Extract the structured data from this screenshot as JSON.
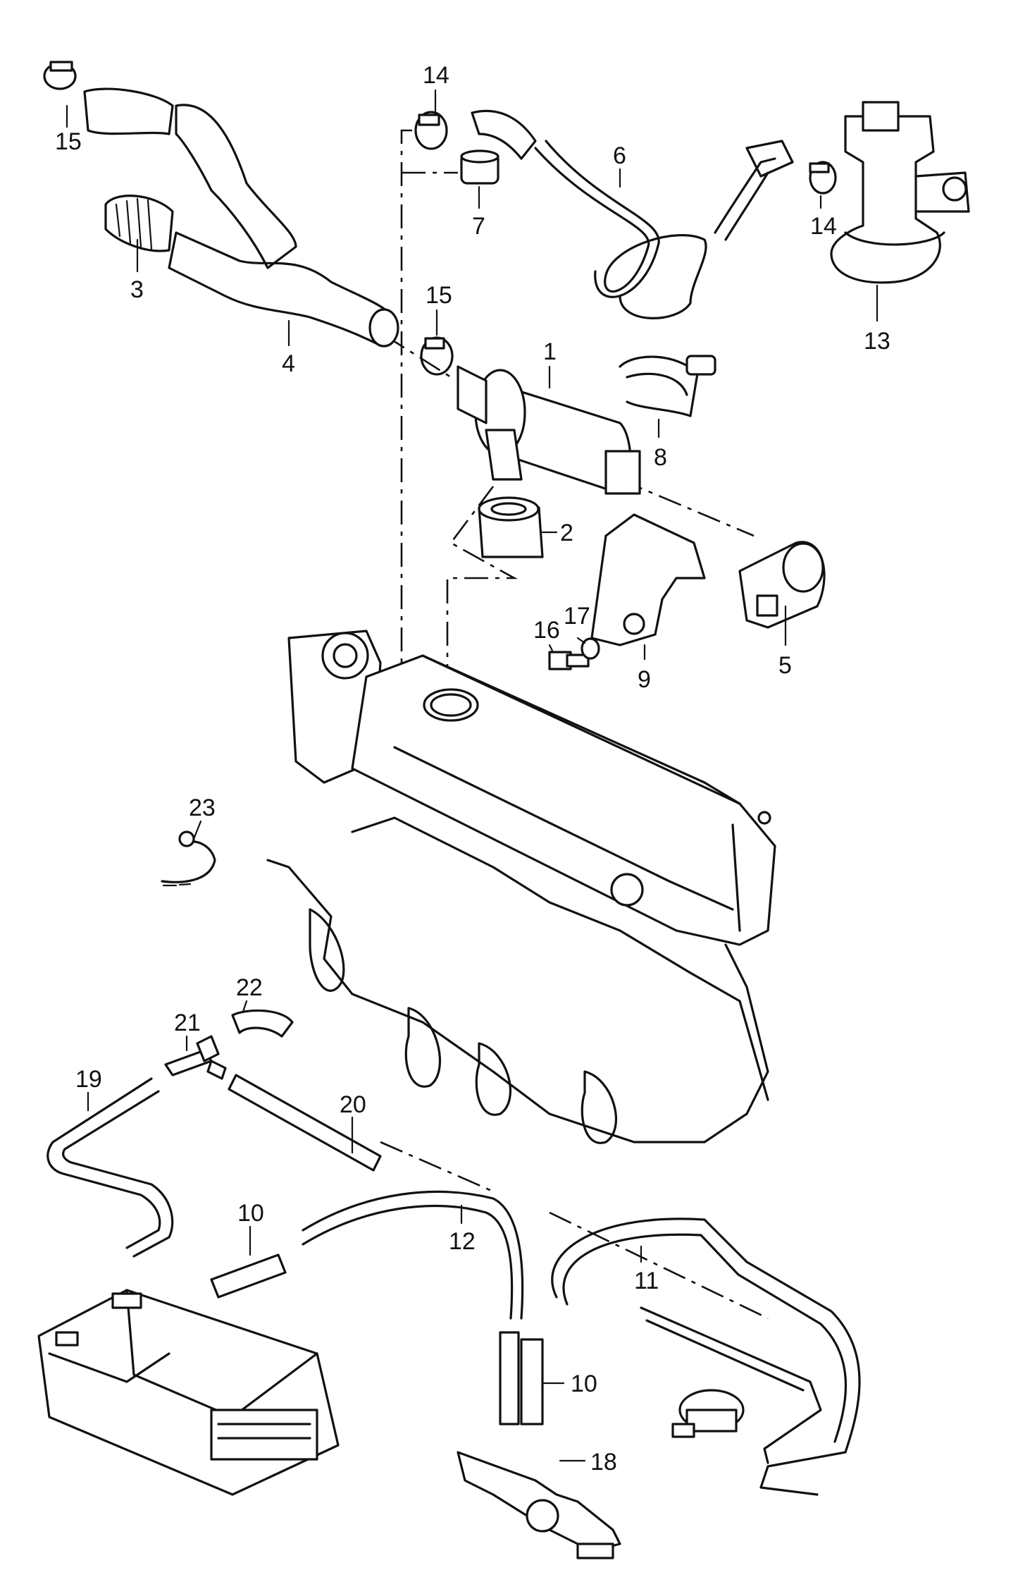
{
  "callouts": {
    "c1": "1",
    "c2": "2",
    "c3": "3",
    "c4": "4",
    "c5": "5",
    "c6": "6",
    "c7": "7",
    "c8": "8",
    "c9": "9",
    "c10a": "10",
    "c10b": "10",
    "c11": "11",
    "c12": "12",
    "c13": "13",
    "c14a": "14",
    "c14b": "14",
    "c15a": "15",
    "c15b": "15",
    "c16": "16",
    "c17": "17",
    "c18": "18",
    "c19": "19",
    "c20": "20",
    "c21": "21",
    "c22": "22",
    "c23": "23"
  },
  "colors": {
    "ink": "#111111",
    "paper": "#ffffff",
    "hose_dots": "#111111"
  }
}
